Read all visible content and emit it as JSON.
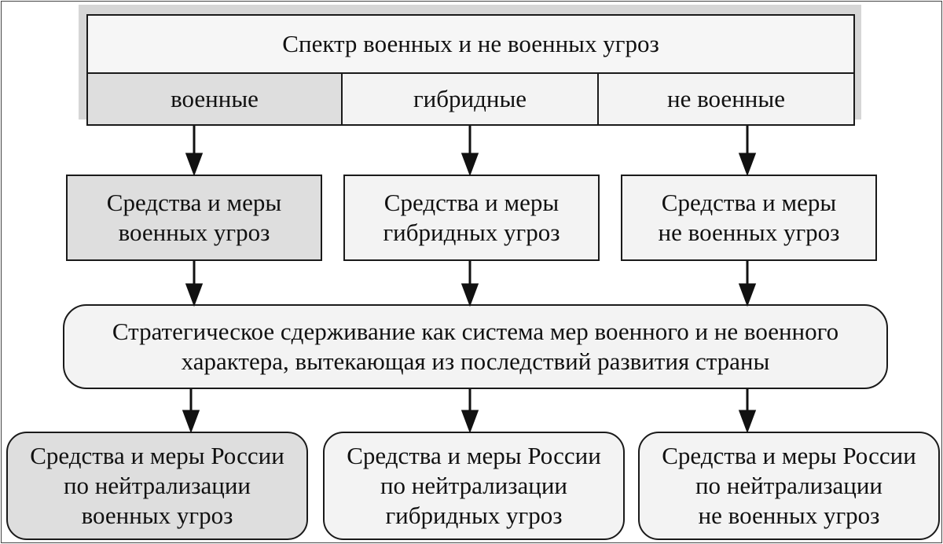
{
  "header": {
    "title": "Спектр военных и не военных угроз"
  },
  "categories": [
    {
      "label": "военные"
    },
    {
      "label": "гибридные"
    },
    {
      "label": "не военные"
    }
  ],
  "means": [
    {
      "line1": "Средства и меры",
      "line2": "военных угроз"
    },
    {
      "line1": "Средства и меры",
      "line2": "гибридных угроз"
    },
    {
      "line1": "Средства и меры",
      "line2": "не военных угроз"
    }
  ],
  "deterrence": {
    "line1": "Стратегическое сдерживание как система мер военного и не военного",
    "line2": "характера, вытекающая из последствий развития страны"
  },
  "russia_measures": [
    {
      "line1": "Средства и меры России",
      "line2": "по нейтрализации",
      "line3": "военных угроз"
    },
    {
      "line1": "Средства и меры России",
      "line2": "по нейтрализации",
      "line3": "гибридных угроз"
    },
    {
      "line1": "Средства и меры России",
      "line2": "по нейтрализации",
      "line3": "не военных угроз"
    }
  ]
}
